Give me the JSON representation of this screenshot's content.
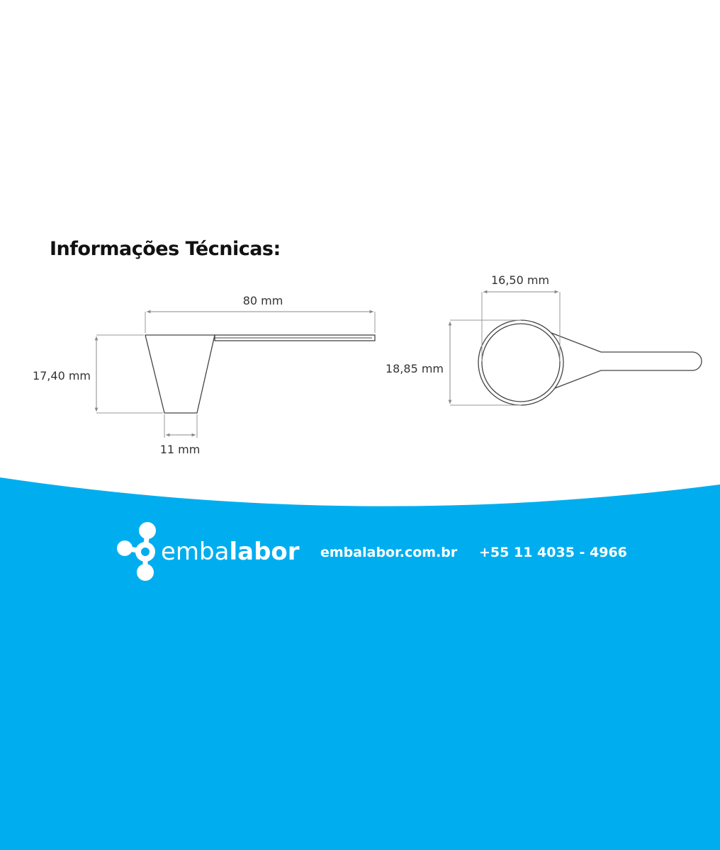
{
  "title": "Informações Técnicas:",
  "side_view": {
    "length": "80 mm",
    "height": "17,40 mm",
    "bottom_width": "11 mm"
  },
  "top_view": {
    "inner_diameter": "16,50 mm",
    "outer_diameter": "18,85 mm"
  },
  "footer": {
    "brand_light": "emba",
    "brand_bold": "labor",
    "website": "embalabor.com.br",
    "phone": "+55 11 4035 - 4966"
  },
  "colors": {
    "brand_blue": "#00AEEF",
    "line": "#444444",
    "dimension_line": "#888888"
  }
}
